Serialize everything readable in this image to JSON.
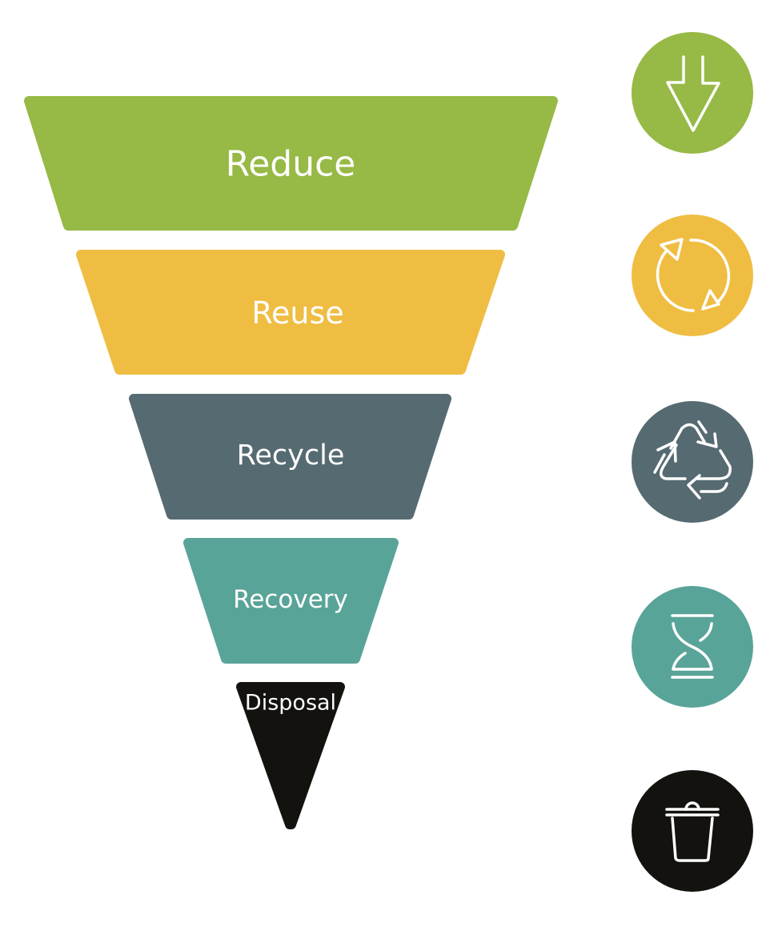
{
  "levels": [
    {
      "label": "Reduce",
      "color": "#97b945",
      "icon": "arrow-down-icon"
    },
    {
      "label": "Reuse",
      "color": "#efbd42",
      "icon": "refresh-cycle-icon"
    },
    {
      "label": "Recycle",
      "color": "#566a71",
      "icon": "recycle-icon"
    },
    {
      "label": "Recovery",
      "color": "#59a498",
      "icon": "hourglass-icon"
    },
    {
      "label": "Disposal",
      "color": "#13120e",
      "icon": "trash-bin-icon"
    }
  ]
}
